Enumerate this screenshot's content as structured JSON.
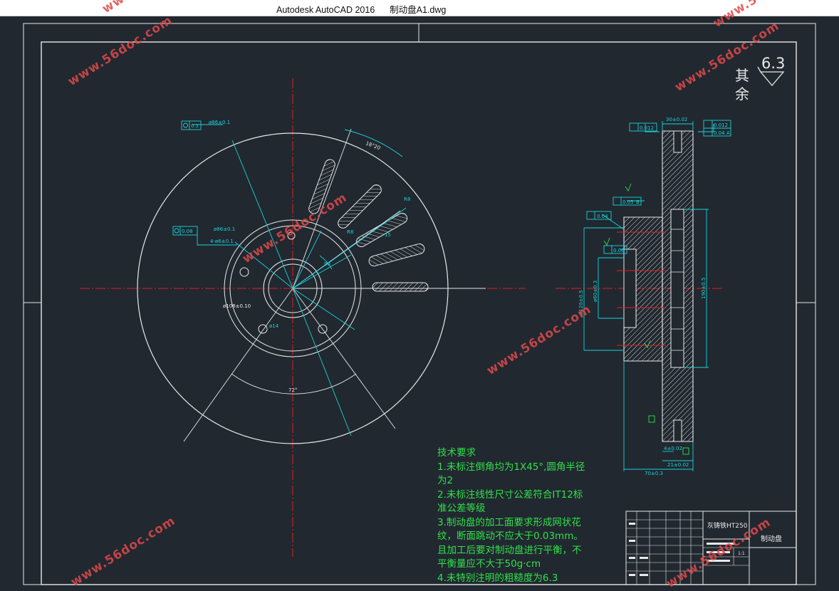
{
  "window": {
    "app_title": "Autodesk AutoCAD 2016",
    "file_name": "制动盘A1.dwg"
  },
  "drawing": {
    "roughness": {
      "char1": "其",
      "char2": "余",
      "value": "6.3"
    },
    "dims": {
      "angle_top": "18°20",
      "angle_bottom": "72°",
      "r8": "R8",
      "r8_2": "R8",
      "len15": "15",
      "ang90": "90",
      "dia108": "ø108±0.10",
      "dia14": "ø14",
      "tol_01": "0.1",
      "tol_008": "0.08",
      "dia_tag1": "ø86±0.1",
      "dia_tag2": "ø86±0.1",
      "dia_tag3": "4-ø6±0.1",
      "w30": "30±0.02",
      "flat_0012": "0.012",
      "flat_0012b": "0.012",
      "par_004": "0.04",
      "datum_a": "A",
      "perp_005": "0.05",
      "datum_b": "B",
      "par_004b": "0.04",
      "tol_006": "0.06",
      "dia120": "ø120±0.5",
      "dia60": "ø60±0.3",
      "dia190": "190±0.5",
      "w4": "4±0.02",
      "w21": "21±0.02",
      "w70": "70±0.3"
    },
    "tech_requirements": {
      "title": "技术要求",
      "lines": [
        "1.未标注倒角均为1X45°,圆角半径",
        "为2",
        "2.未标注线性尺寸公差符合IT12标",
        "准公差等级",
        "3.制动盘的加工面要求形成网状花",
        "纹，断面跳动不应大于0.03mm。",
        "且加工后要对制动盘进行平衡，不",
        "平衡量应不大于50g·cm",
        "4.未特别注明的粗糙度为6.3"
      ]
    },
    "title_block": {
      "material": "灰铸铁HT250",
      "part_name": "制动盘",
      "scale": "1:1"
    },
    "watermarks": [
      "www.56doc.com",
      "www.56doc.com",
      "www.56doc.com",
      "www.56doc.com",
      "www.56doc.com",
      "www.56doc.com",
      "www.56doc.com",
      "www.56doc.com"
    ]
  },
  "colors": {
    "background": "#212830",
    "line_white": "#e8e8e8",
    "dim_cyan": "#19d3d8",
    "center_red": "#e02020",
    "tech_green": "#31e04a",
    "watermark": "#e04a4a"
  }
}
